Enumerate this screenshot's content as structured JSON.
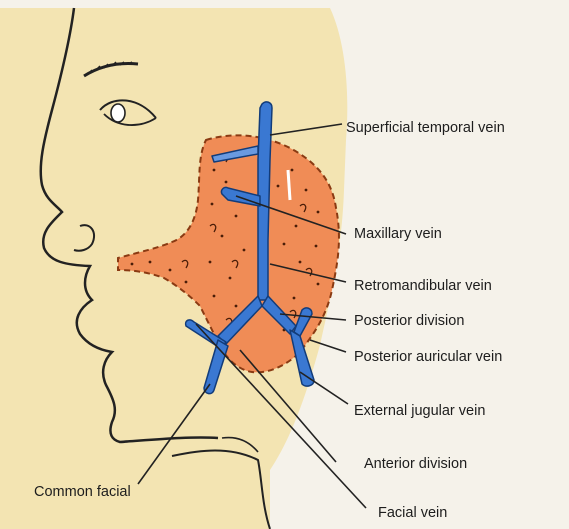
{
  "labels": {
    "superficial_temporal": "Superficial temporal vein",
    "maxillary": "Maxillary vein",
    "retromandibular": "Retromandibular vein",
    "posterior_division": "Posterior division",
    "posterior_auricular": "Posterior auricular vein",
    "external_jugular": "External jugular vein",
    "anterior_division": "Anterior division",
    "common_facial": "Common facial",
    "facial_vein": "Facial vein"
  },
  "colors": {
    "skin": "#f3e4b2",
    "gland": "#f08c56",
    "vein": "#3a78d2",
    "vein_outline": "#123c7a",
    "outline": "#222222",
    "background": "#f5f2ea"
  }
}
